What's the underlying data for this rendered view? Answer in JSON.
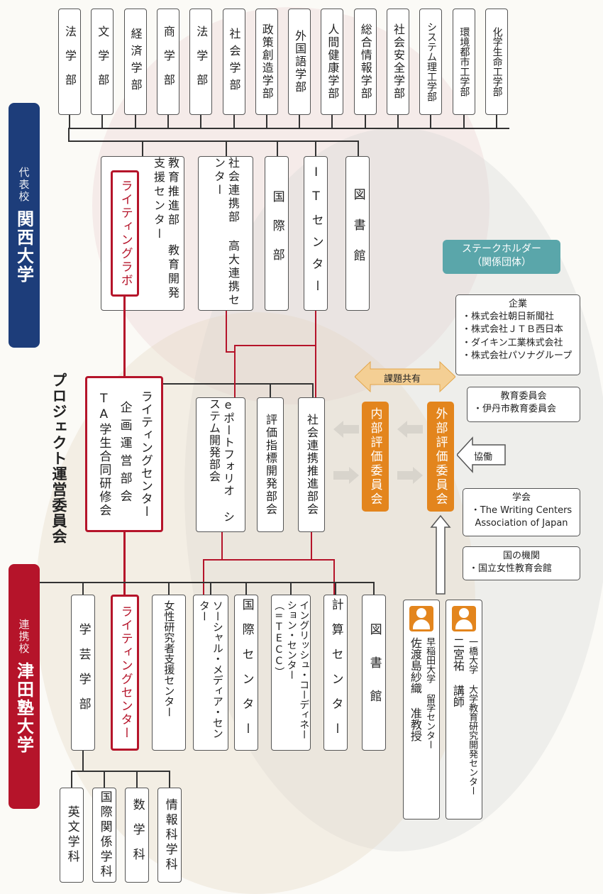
{
  "top_faculties": [
    "法学部",
    "文学部",
    "経済学部",
    "商学部",
    "法学部",
    "社会学部",
    "政策創造学部",
    "外国語学部",
    "人間健康学部",
    "総合情報学部",
    "社会安全学部",
    "システム理工学部",
    "環境都市工学部",
    "化学生命工学部"
  ],
  "kansai": {
    "small": "代表校",
    "big": "関西大学",
    "writing_lab": "ライティングラボ",
    "units": [
      "教育推進部 教育開発支援センター",
      "社会連携部 高大連携センター",
      "国際部",
      "ITセンター",
      "図書館"
    ]
  },
  "project_committee": {
    "title": "プロジェクト運営委員会",
    "main_box": [
      "ライティングセンター",
      "企画運営部会",
      "TA学生合同研修会"
    ],
    "subgroups": [
      "eポートフォリオ システム開発部会",
      "評価指標開発部会",
      "社会連携推進部会"
    ]
  },
  "evaluation": {
    "internal": "内部評価委員会",
    "external": "外部評価委員会",
    "shared": "課題共有",
    "cooperate": "協働"
  },
  "stakeholder": {
    "title": "ステークホルダー",
    "subtitle": "（関係団体）",
    "groups": [
      {
        "head": "企業",
        "items": [
          "・株式会社朝日新聞社",
          "・株式会社ＪＴＢ西日本",
          "・ダイキン工業株式会社",
          "・株式会社パソナグループ"
        ]
      },
      {
        "head": "教育委員会",
        "items": [
          "・伊丹市教育委員会"
        ]
      },
      {
        "head": "学会",
        "items": [
          "・The Writing Centers",
          "Association of Japan"
        ]
      },
      {
        "head": "国の機関",
        "items": [
          "・国立女性教育会館"
        ]
      }
    ]
  },
  "tsuda": {
    "small": "連携校",
    "big": "津田塾大学",
    "writing_center": "ライティングセンター",
    "units": [
      "学芸学部",
      "女性研究者支援センター",
      "ソーシャル・メディア・センター",
      "国際センター",
      "イングリッシュ・コーディネーション・センター（=TECC）",
      "計算センター",
      "図書館"
    ],
    "departments": [
      "英文学科",
      "国際関係学科",
      "数学科",
      "情報科学科"
    ]
  },
  "advisors": [
    {
      "affiliation": "早稲田大学 留学センター",
      "name": "佐渡島紗織 准教授"
    },
    {
      "affiliation": "一橋大学 大学教育研究開発センター",
      "name": "二宮祐 講師"
    }
  ],
  "colors": {
    "navy": "#1d3d7a",
    "crimson": "#b5142a",
    "orange": "#e3851d",
    "teal": "#5aa6aa"
  }
}
